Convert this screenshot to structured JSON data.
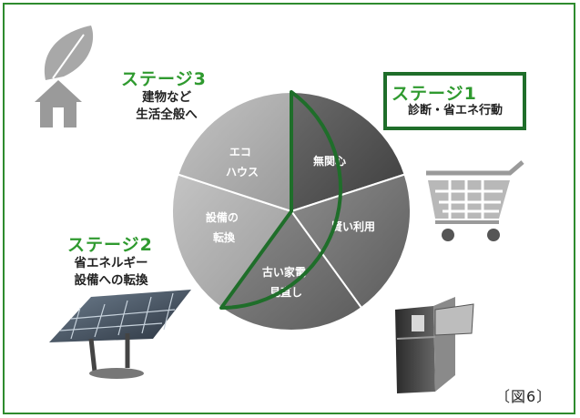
{
  "stages": [
    {
      "title": "ステージ3",
      "desc_lines": [
        "建物など",
        "生活全般へ"
      ]
    },
    {
      "title": "ステージ1",
      "desc_lines": [
        "診断・省エネ行動"
      ]
    },
    {
      "title": "ステージ2",
      "desc_lines": [
        "省エネルギー",
        "設備への転換"
      ]
    }
  ],
  "cycle": {
    "segments": [
      {
        "lines": [
          "無関心"
        ]
      },
      {
        "lines": [
          "賢い利用"
        ]
      },
      {
        "lines": [
          "古い家電",
          "見直し"
        ]
      },
      {
        "lines": [
          "設備の",
          "転換"
        ]
      },
      {
        "lines": [
          "エコ",
          "ハウス"
        ]
      }
    ]
  },
  "caption": "〔図6〕",
  "icons": [
    "house-leaf-icon",
    "shopping-cart-icon",
    "solar-panel-icon",
    "refrigerator-icon"
  ],
  "colors": {
    "stage_title": "#2f9a2f",
    "highlight_border": "#1f6e2a",
    "frame": "#2e8b2e"
  }
}
